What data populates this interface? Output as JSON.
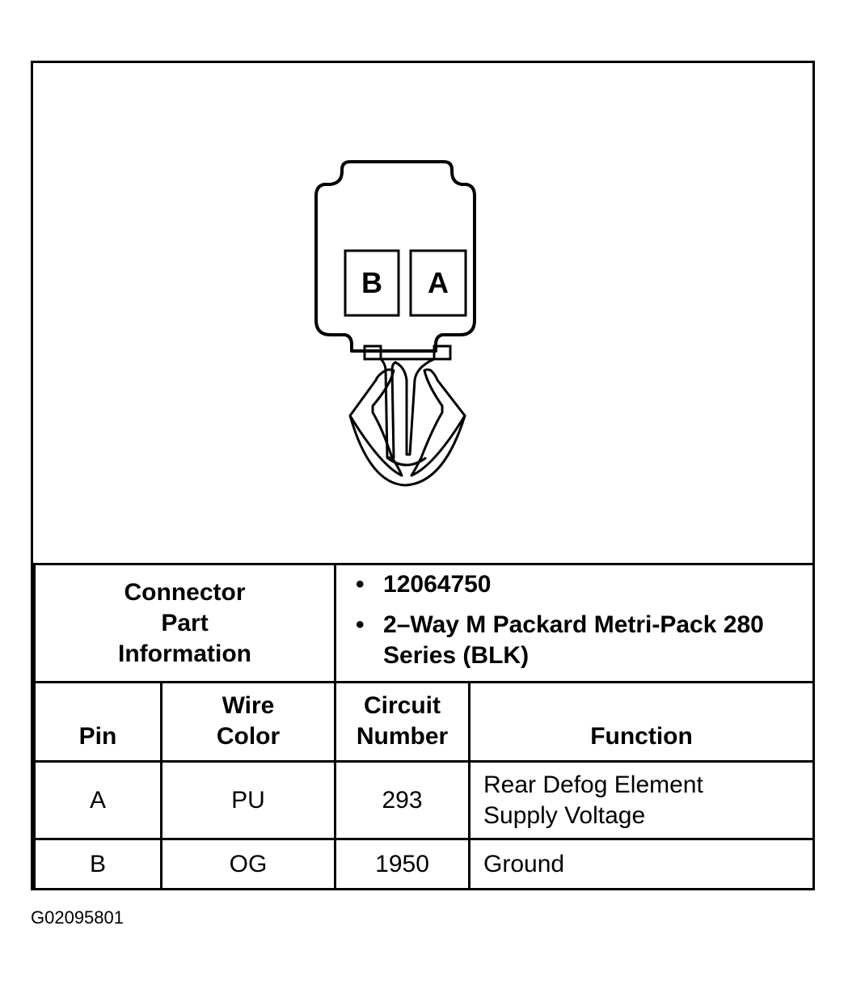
{
  "connector": {
    "cavities": [
      "B",
      "A"
    ]
  },
  "part_info": {
    "label": "Connector Part Information",
    "items": [
      "12064750",
      "2–Way M Packard Metri-Pack 280 Series (BLK)"
    ]
  },
  "table": {
    "headers": {
      "pin": "Pin",
      "wire_color": "Wire Color",
      "circuit_number": "Circuit Number",
      "function": "Function"
    },
    "rows": [
      {
        "pin": "A",
        "wire_color": "PU",
        "circuit_number": "293",
        "function": "Rear Defog Element Supply Voltage"
      },
      {
        "pin": "B",
        "wire_color": "OG",
        "circuit_number": "1950",
        "function": "Ground"
      }
    ]
  },
  "figure_id": "G02095801"
}
